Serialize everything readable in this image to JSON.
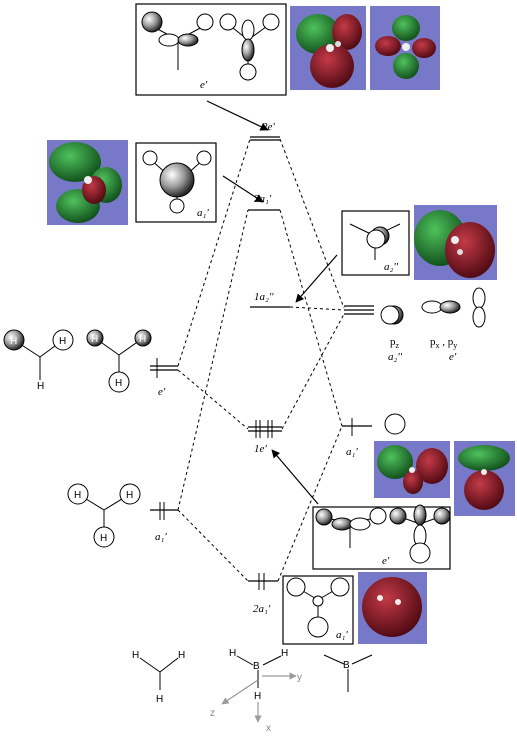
{
  "colors": {
    "orbital_bg": "#7878c8",
    "lobe_green": "#1f8a2e",
    "lobe_red": "#8a1622",
    "axis_grey": "#9a9a9a"
  },
  "levels": {
    "e_2": "2e'",
    "a1_3": "3a₁'",
    "a2_1": "1a₂''",
    "e_1": "1e'",
    "a1_2": "2a₁'"
  },
  "fragments": {
    "h3_e": "e'",
    "h3_a1": "a₁'",
    "b_a1": "a₁'",
    "b_pz": "p",
    "b_pz_sub": "z",
    "b_pz_sym": "a₂''",
    "b_pxy": "p",
    "b_pxy_sub": "x",
    "b_pxy_sep": " , p",
    "b_pxy_sub2": "y",
    "b_pxy_sym": "e'"
  },
  "boxes": {
    "top_e": "e'",
    "left_a1": "a₁'",
    "right_a2": "a₂''",
    "bottom_e": "e'",
    "bottom_a1": "a₁'"
  },
  "atoms": {
    "h": "H",
    "b": "B"
  },
  "axes": {
    "x": "x",
    "y": "y",
    "z": "z"
  }
}
